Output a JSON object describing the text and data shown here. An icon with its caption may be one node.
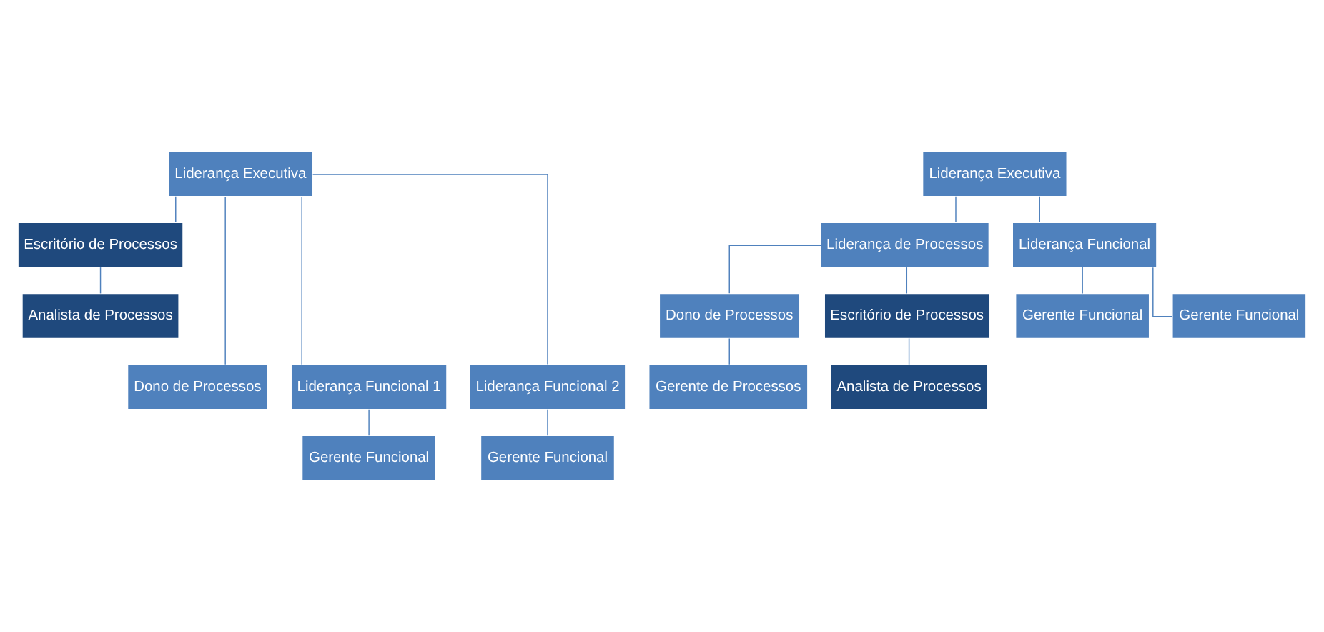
{
  "diagram": {
    "nodes": [
      {
        "text": [
          "Liderança Executiva"
        ]
      },
      {
        "text": [
          "Escritório de Processos"
        ]
      },
      {
        "text": [
          "Analista de Processos"
        ]
      },
      {
        "text": [
          "Dono de Processos"
        ]
      },
      {
        "text": [
          "Liderança Funcional 1"
        ]
      },
      {
        "text": [
          "Liderança Funcional 2"
        ]
      },
      {
        "text": [
          "Gerente Funcional"
        ]
      },
      {
        "text": [
          "Gerente Funcional"
        ]
      },
      {
        "text": [
          "Liderança Executiva"
        ]
      },
      {
        "text": [
          "Liderança de Processos"
        ]
      },
      {
        "text": [
          "Liderança Funcional"
        ]
      },
      {
        "text": [
          "Dono de Processos"
        ]
      },
      {
        "text": [
          "Escritório de Processos"
        ]
      },
      {
        "text": [
          "Gerente Funcional"
        ]
      },
      {
        "text": [
          "Gerente de Processos"
        ]
      },
      {
        "text": [
          "Analista de Processos"
        ]
      },
      {
        "text": [
          "Gerente Funcional"
        ]
      }
    ],
    "edges": [
      {
        "from": 0,
        "to": 1,
        "arrow": "none"
      },
      {
        "from": 1,
        "to": 2,
        "arrow": "none"
      },
      {
        "from": 0,
        "to": 3,
        "arrow": "none"
      },
      {
        "from": 0,
        "to": 4,
        "arrow": "none"
      },
      {
        "from": 0,
        "to": 5,
        "arrow": "none"
      },
      {
        "from": 4,
        "to": 6,
        "arrow": "none"
      },
      {
        "from": 5,
        "to": 7,
        "arrow": "none"
      },
      {
        "from": 8,
        "to": 9,
        "arrow": "none"
      },
      {
        "from": 8,
        "to": 10,
        "arrow": "none"
      },
      {
        "from": 9,
        "to": 11,
        "arrow": "none"
      },
      {
        "from": 9,
        "to": 12,
        "arrow": "none"
      },
      {
        "from": 11,
        "to": 14,
        "arrow": "none"
      },
      {
        "from": 12,
        "to": 15,
        "arrow": "none"
      },
      {
        "from": 10,
        "to": 13,
        "arrow": "none"
      },
      {
        "from": 10,
        "to": 16,
        "arrow": "none"
      }
    ]
  }
}
